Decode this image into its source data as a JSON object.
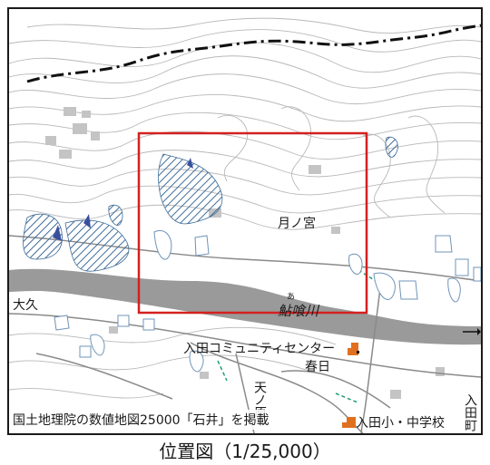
{
  "map": {
    "caption": "位置図（1/25,000）",
    "credit": "国土地理院の数値地図25000「石井」を掲載",
    "labels": {
      "tsukinomiya": "月ノ宮",
      "oku": "大久",
      "river_furigana": "あ",
      "river": "鮎喰川",
      "community_center": "入田コミュニティセンター",
      "kasuga": "春日",
      "tennohara": "天ノ原",
      "school": "入田小・中学校",
      "iuta_town": "入田町"
    },
    "colors": {
      "frame": "#1a1a1a",
      "highlight": "#d42020",
      "river": "#9a9a9a",
      "contour": "#b8b8b8",
      "hatch": "#3f6d9a",
      "boundary": "#111111",
      "building_marker": "#e07020",
      "accent_line": "#1e9e6e"
    },
    "icons": [
      "building-marker-icon",
      "arrow-right-icon"
    ]
  }
}
